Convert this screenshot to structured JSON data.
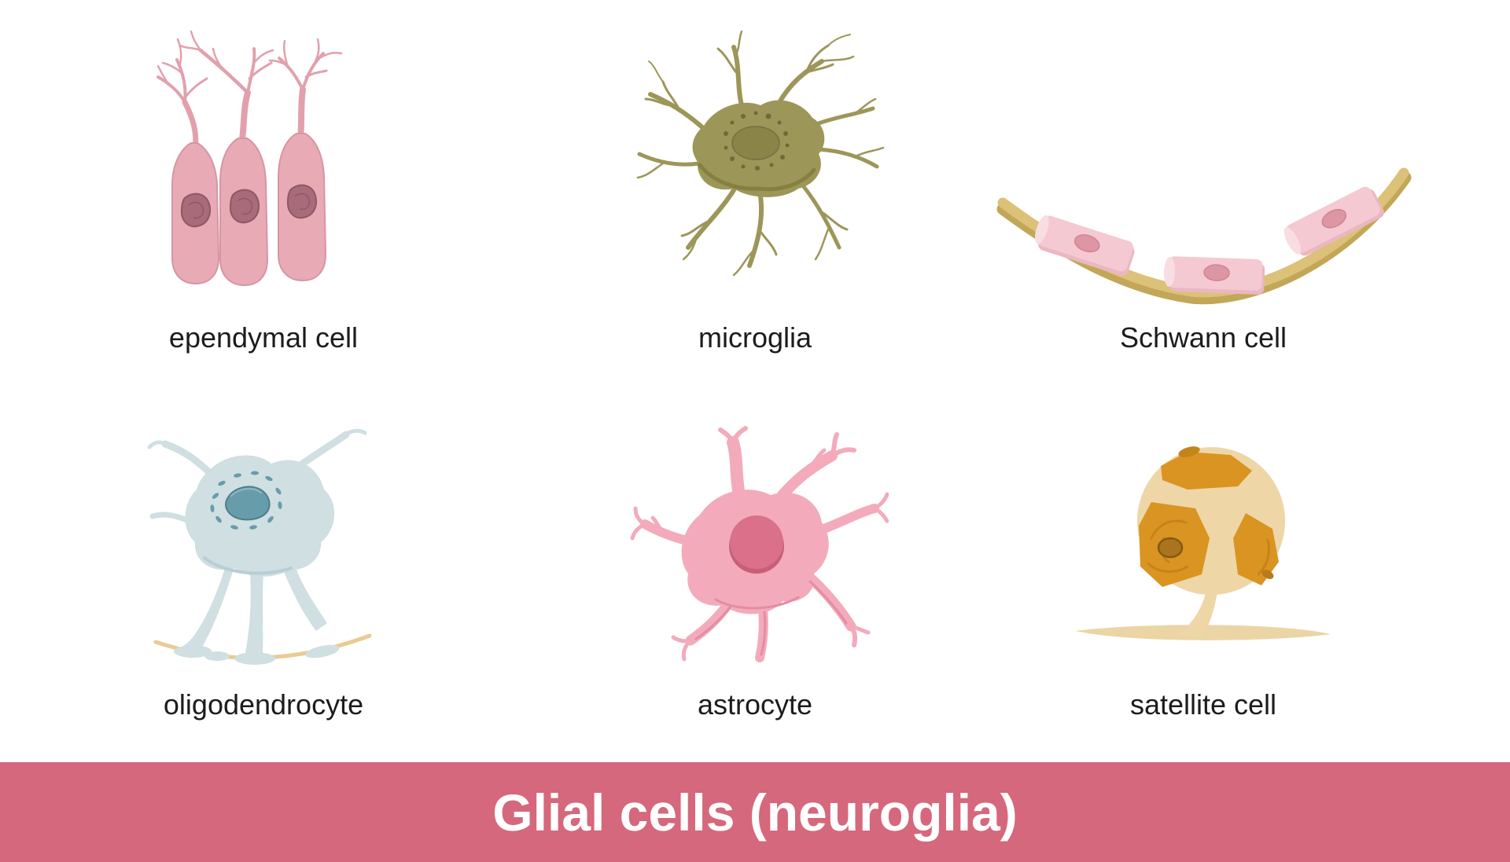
{
  "page": {
    "background_color": "#ffffff",
    "label_text_color": "#1c1c1c"
  },
  "banner": {
    "title": "Glial cells (neuroglia)",
    "background_color": "#d5687c",
    "text_color": "#ffffff"
  },
  "cells": [
    {
      "label": "ependymal cell",
      "body_color": "#e8abb5",
      "outline_color": "#d794a2",
      "branch_color": "#e2a0ad",
      "nucleus_color": "#a86b79"
    },
    {
      "label": "microglia",
      "body_color": "#9d9659",
      "shade_color": "#868040",
      "nucleus_color": "#8a8449",
      "dot_color": "#6f6a3a"
    },
    {
      "label": "Schwann cell",
      "myelin_color": "#f4c9d1",
      "myelin_shade_color": "#eab7c1",
      "end_cap_color": "#f8dde2",
      "axon_color": "#dcc178",
      "axon_shade_color": "#c2a758",
      "nucleus_color": "#dd96a3"
    },
    {
      "label": "oligodendrocyte",
      "body_color": "#cfdfe2",
      "shade_color": "#b9ced4",
      "nucleus_color": "#679cab",
      "nucleus_edge_color": "#4e7e8b",
      "axon_color": "#e9cb92"
    },
    {
      "label": "astrocyte",
      "body_color": "#f3abbc",
      "shade_color": "#e28da1",
      "nucleus_color": "#da7089",
      "nucleus_shade_color": "#c75f78"
    },
    {
      "label": "satellite cell",
      "body_color": "#eed6a7",
      "patch_color": "#d99421",
      "patch_shade_color": "#c5831b",
      "nucleus_color": "#aa741e",
      "axon_color": "#ecd5a4"
    }
  ]
}
